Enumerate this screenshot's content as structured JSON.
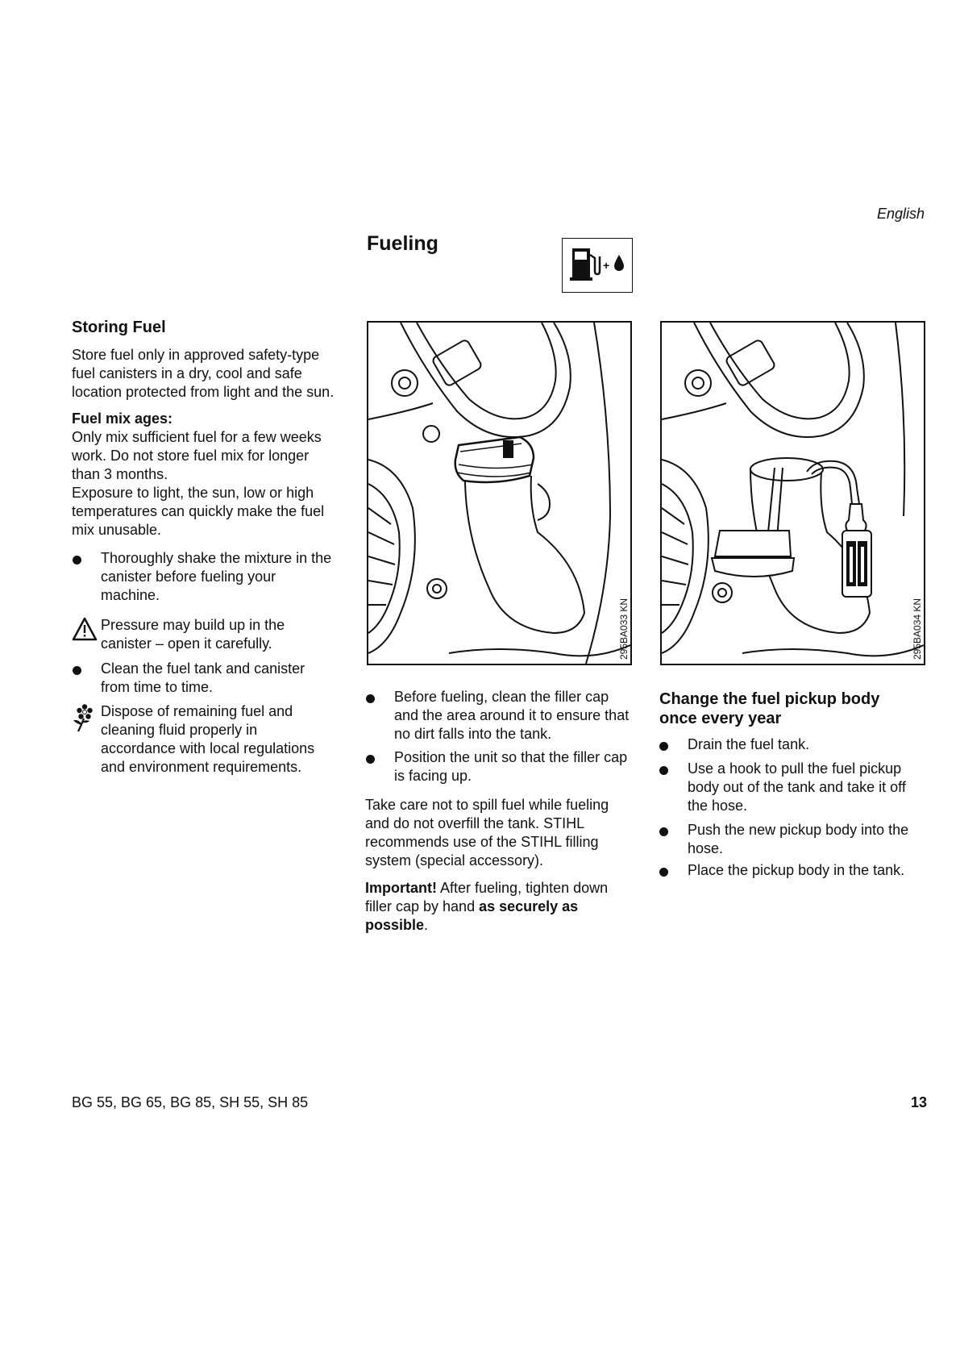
{
  "header": {
    "language": "English"
  },
  "section_title": "Fueling",
  "icons": {
    "fuel_symbol": "fuel-pump-plus-oil-drop-icon",
    "warning": "warning-triangle-icon",
    "environment": "flower-environment-icon"
  },
  "storing": {
    "heading": "Storing Fuel",
    "intro": [
      "Store fuel only in approved safety-type",
      "fuel canisters in a dry, cool and safe",
      "location protected from light and the sun."
    ],
    "mix_heading": "Fuel mix ages:",
    "mix_text": [
      "Only mix sufficient fuel for a few weeks",
      "work. Do not store fuel mix for longer",
      "than 3 months.",
      "Exposure to light, the sun, low or high",
      "temperatures can quickly make the fuel",
      "mix unusable."
    ],
    "bullet1": [
      "Thoroughly shake the mixture in the",
      "canister before fueling your",
      "machine."
    ],
    "warning": [
      "Pressure may build up in the",
      "canister – open it carefully."
    ],
    "bullet2": [
      "Clean the fuel tank and canister",
      "from time to time."
    ],
    "environment": [
      "Dispose of remaining fuel and",
      "cleaning fluid properly in",
      "accordance with local regulations",
      "and environment requirements."
    ]
  },
  "figures": {
    "fig1_code": "295BA033 KN",
    "fig2_code": "295BA034 KN"
  },
  "fueling": {
    "bullet1": [
      "Before fueling, clean the filler cap",
      "and the area around it to ensure that",
      "no dirt falls into the tank."
    ],
    "bullet2": [
      "Position the unit so that the filler cap",
      "is facing up."
    ],
    "para": [
      "Take care not to spill fuel while fueling",
      "and do not overfill the tank. STIHL",
      "recommends use of the STIHL filling",
      "system (special accessory)."
    ],
    "important_label": "Important!",
    "important_text1": " After fueling, tighten down",
    "important_text2": "filler cap by hand ",
    "important_bold2": "as securely as",
    "important_bold3": "possible",
    "important_end": "."
  },
  "pickup": {
    "heading": [
      "Change the fuel pickup body",
      "once every year"
    ],
    "bullet1": [
      "Drain the fuel tank."
    ],
    "bullet2": [
      "Use a hook to pull the fuel pickup",
      "body out of the tank and take it off",
      "the hose."
    ],
    "bullet3": [
      "Push the new pickup body into the",
      "hose."
    ],
    "bullet4": [
      "Place the pickup body in the tank."
    ]
  },
  "footer": {
    "models": "BG 55, BG 65, BG 85, SH 55, SH 85",
    "page": "13"
  }
}
